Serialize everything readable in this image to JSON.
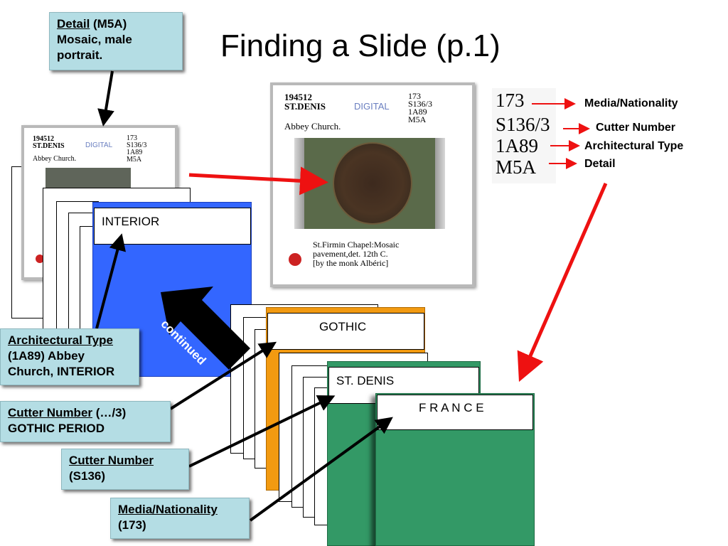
{
  "title": "Finding a Slide (p.1)",
  "callouts": {
    "detail": {
      "term": "Detail",
      "rest": " (M5A)",
      "line2": "Mosaic, male",
      "line3": "portrait."
    },
    "arch": {
      "term": "Architectural Type",
      "line2": "(1A89) Abbey",
      "line3": "Church, INTERIOR"
    },
    "cutter1": {
      "term": "Cutter Number",
      "rest": " (…/3)",
      "line2": "GOTHIC PERIOD"
    },
    "cutter2": {
      "term": "Cutter Number",
      "line2": "(S136)"
    },
    "media": {
      "term": "Media/Nationality",
      "line2": "(173)"
    }
  },
  "cards": {
    "interior": "INTERIOR",
    "gothic": "GOTHIC",
    "stdenis": "ST. DENIS",
    "france": "F R A N C E",
    "continued": "continued"
  },
  "slide": {
    "accession": "194512",
    "site": "ST.DENIS",
    "digital": "DIGITAL",
    "building": "Abbey Church.",
    "code1": "173",
    "code2": "S136/3",
    "code3": "1A89",
    "code4": "M5A",
    "caption1": "St.Firmin Chapel:Mosaic",
    "caption2": "pavement,det. 12th C.",
    "caption3": "[by the monk Albéric]"
  },
  "legend": [
    {
      "code": "173",
      "label": "Media/Nationality"
    },
    {
      "code": "S136/3",
      "label": "Cutter Number"
    },
    {
      "code": "1A89",
      "label": "Architectural Type"
    },
    {
      "code": "M5A",
      "label": "Detail"
    }
  ],
  "colors": {
    "callout": "#b4dde4",
    "interior": "#3366ff",
    "gothic": "#f29a11",
    "stdenis": "#339966",
    "arrow_red": "#ee1111"
  }
}
